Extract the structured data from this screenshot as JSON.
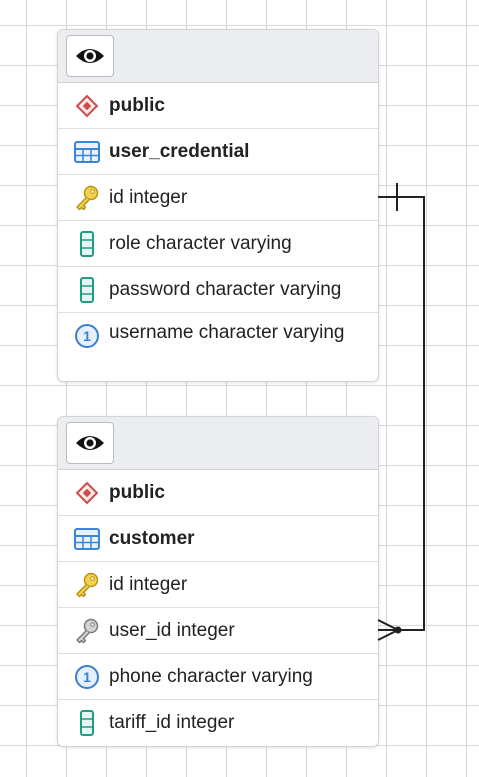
{
  "tables": [
    {
      "schema": "public",
      "name": "user_credential",
      "columns": [
        {
          "text": "id integer",
          "kind": "primary-key"
        },
        {
          "text": "role character varying",
          "kind": "column"
        },
        {
          "text": "password character varying",
          "kind": "column"
        },
        {
          "text": "username character varying",
          "kind": "unique"
        }
      ]
    },
    {
      "schema": "public",
      "name": "customer",
      "columns": [
        {
          "text": "id integer",
          "kind": "primary-key"
        },
        {
          "text": "user_id integer",
          "kind": "foreign-key"
        },
        {
          "text": "phone character varying",
          "kind": "unique"
        },
        {
          "text": "tariff_id integer",
          "kind": "column"
        }
      ]
    }
  ],
  "relation": {
    "from": "customer.user_id",
    "to": "user_credential.id",
    "from_cardinality": "many",
    "to_cardinality": "one"
  },
  "colors": {
    "schema_icon": "#d04a4a",
    "table_icon": "#3a86d6",
    "key_icon": "#e0b92a",
    "foreign_key_icon": "#8a8a8a",
    "column_icon": "#1f9e86",
    "unique_icon": "#3a7fd0",
    "relation_line": "#222222"
  }
}
